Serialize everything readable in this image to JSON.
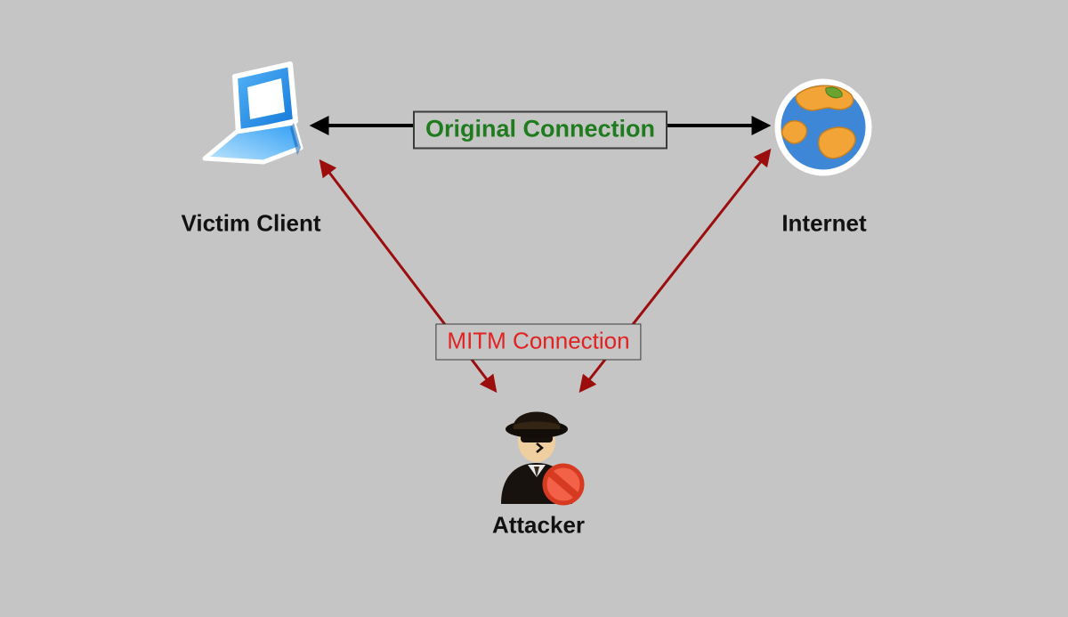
{
  "diagram": {
    "type": "network-attack-diagram",
    "background_color": "#c6c5c5",
    "nodes": {
      "victim": {
        "label": "Victim Client",
        "icon": "laptop-icon",
        "label_color": "#111111"
      },
      "internet": {
        "label": "Internet",
        "icon": "globe-icon",
        "label_color": "#111111"
      },
      "attacker": {
        "label": "Attacker",
        "icon": "spy-icon",
        "label_color": "#111111"
      }
    },
    "connections": {
      "original": {
        "label": "Original Connection",
        "from": "Victim Client",
        "to": "Internet",
        "line_color": "#000000",
        "label_color": "#1e7c1e",
        "arrows": "both"
      },
      "mitm": {
        "label": "MITM Connection",
        "from": "Victim Client",
        "via": "Attacker",
        "to": "Internet",
        "line_color": "#9c0d0d",
        "label_color": "#e02222",
        "arrows": "both"
      }
    }
  }
}
